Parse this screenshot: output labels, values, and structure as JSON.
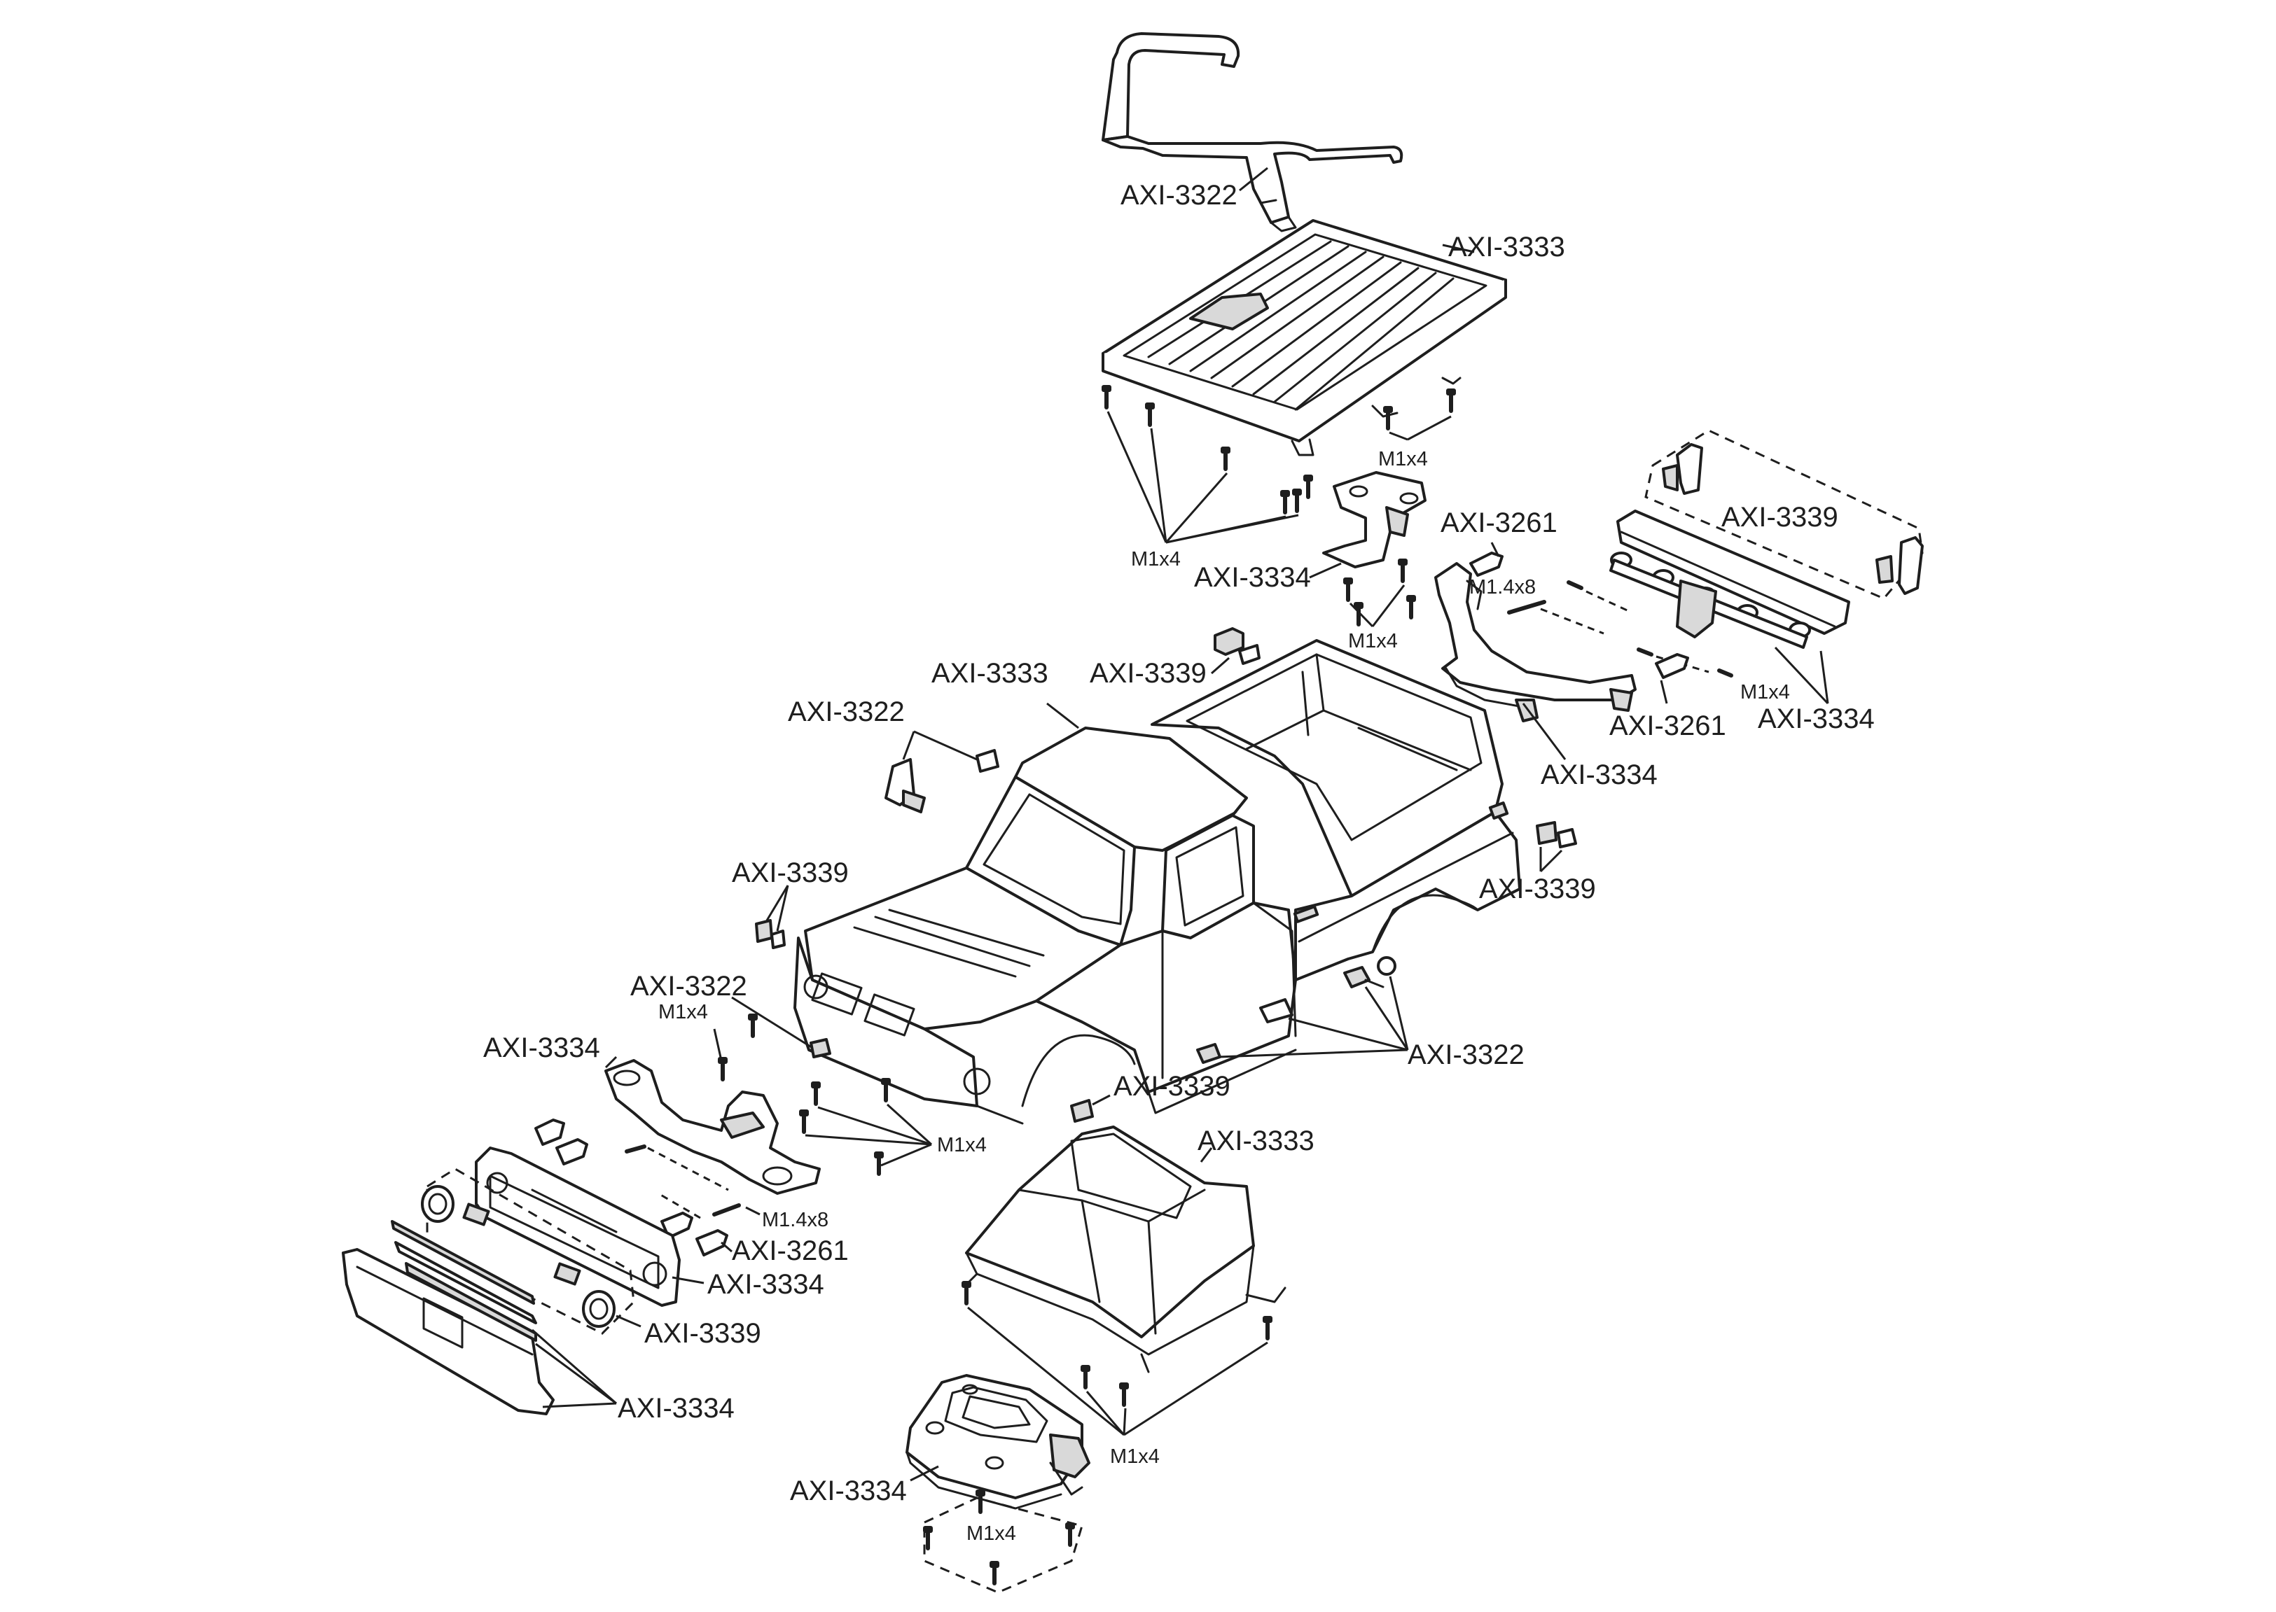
{
  "labels": {
    "cage_3322": "AXI-3322",
    "bed_3333": "AXI-3333",
    "bed_screws": "M1x4",
    "bed_screws_right": "M1x4",
    "mount_3334": "AXI-3334",
    "mount_screws": "M1x4",
    "post_3261": "AXI-3261",
    "post_screw": "M1.4x8",
    "tail_3339": "AXI-3339",
    "tail_screws": "M1x4",
    "tail_3261": "AXI-3261",
    "tail_3334": "AXI-3334",
    "rear_mount_3334": "AXI-3334",
    "body_3333": "AXI-3333",
    "body_3339": "AXI-3339",
    "mirror_3322": "AXI-3322",
    "side_3339": "AXI-3339",
    "front_3339": "AXI-3339",
    "front_3322": "AXI-3322",
    "front_screws": "M1x4",
    "front_mount_3334": "AXI-3334",
    "front_mount_screws": "M1x4",
    "front_bolt": "M1.4x8",
    "front_3261": "AXI-3261",
    "grille_3334": "AXI-3334",
    "lights_3339": "AXI-3339",
    "bumper_3334": "AXI-3334",
    "step_3322": "AXI-3322",
    "step_3339": "AXI-3339",
    "interior_3333": "AXI-3333",
    "interior_screws": "M1x4",
    "tray_3334": "AXI-3334",
    "tray_screws": "M1x4"
  },
  "icons": {
    "screw": "screw-icon",
    "callout_arrow": "arrow-icon"
  },
  "colors": {
    "line": "#1e1e1e",
    "shade": "#d9d9d9",
    "background": "#ffffff"
  }
}
